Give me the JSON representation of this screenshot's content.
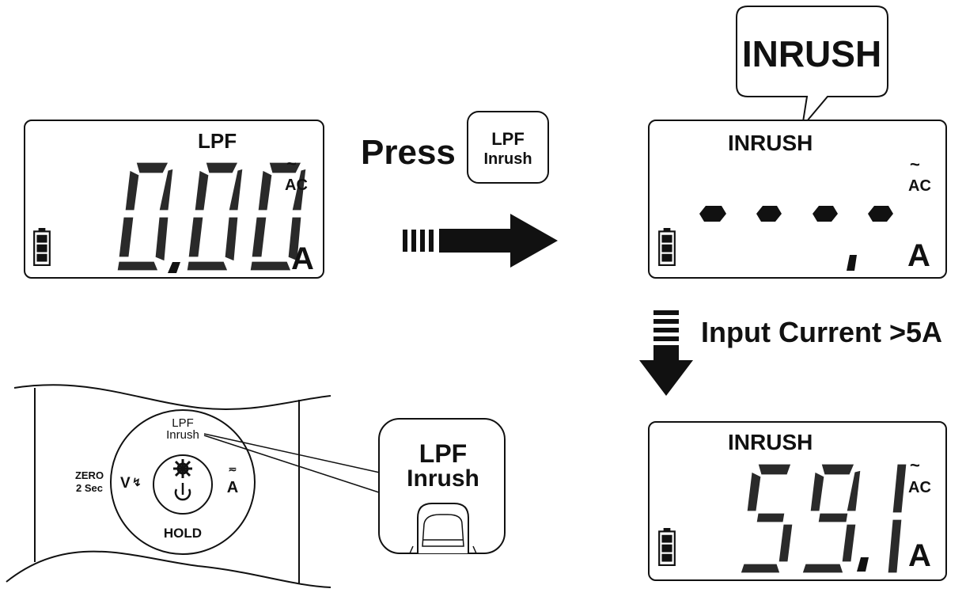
{
  "lcd_initial": {
    "mode_label": "LPF",
    "reading": "0.00",
    "ac_symbol": "~",
    "ac_label": "AC",
    "unit": "A"
  },
  "action": {
    "press_label": "Press",
    "key_line1": "LPF",
    "key_line2": "Inrush"
  },
  "lcd_armed": {
    "mode_label": "INRUSH",
    "callout_label": "INRUSH",
    "ac_symbol": "~",
    "ac_label": "AC",
    "unit": "A"
  },
  "condition": {
    "label": "Input Current >5A"
  },
  "lcd_result": {
    "mode_label": "INRUSH",
    "reading": "59.1",
    "ac_symbol": "~",
    "ac_label": "AC",
    "unit": "A"
  },
  "meter_panel": {
    "top_button_line1": "LPF",
    "top_button_line2": "Inrush",
    "left_label_line1": "ZERO",
    "left_label_line2": "2 Sec",
    "left_button": "V",
    "right_button": "A",
    "bottom_button": "HOLD",
    "zoom_line1": "LPF",
    "zoom_line2": "Inrush"
  },
  "icons": [
    "battery-icon",
    "ac-wave-icon",
    "arrow-right-icon",
    "arrow-down-icon",
    "backlight-icon",
    "power-icon",
    "finger-icon"
  ]
}
